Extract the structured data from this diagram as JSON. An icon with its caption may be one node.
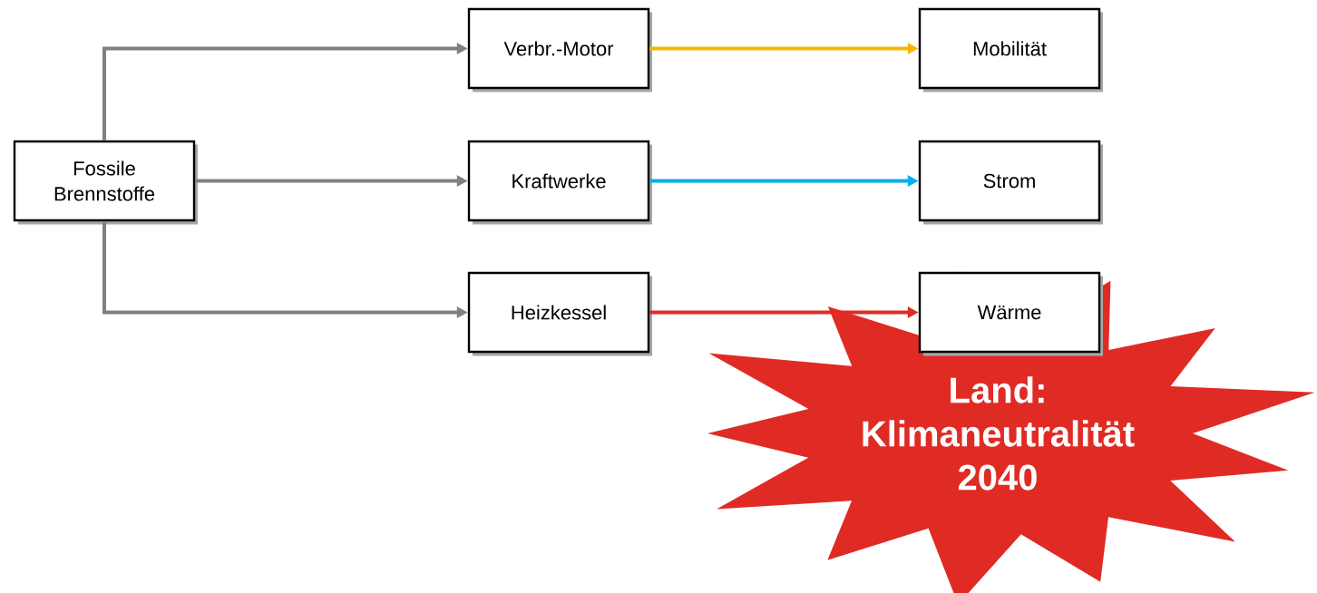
{
  "diagram": {
    "nodes": [
      {
        "text": [
          "Fossile Brennstoffe"
        ]
      },
      {
        "text": [
          "Verbr.-Motor"
        ]
      },
      {
        "text": [
          "Kraftwerke"
        ]
      },
      {
        "text": [
          "Heizkessel"
        ]
      },
      {
        "text": [
          "Mobilität"
        ]
      },
      {
        "text": [
          "Strom"
        ]
      },
      {
        "text": [
          "Wärme"
        ]
      },
      {
        "text": [
          "Land: Klimaneutralität 2040"
        ]
      }
    ],
    "edges": [
      {
        "from": 0,
        "to": 1,
        "arrow": "to",
        "color": "#808080"
      },
      {
        "from": 0,
        "to": 2,
        "arrow": "to",
        "color": "#808080"
      },
      {
        "from": 0,
        "to": 3,
        "arrow": "to",
        "color": "#808080"
      },
      {
        "from": 1,
        "to": 4,
        "arrow": "to",
        "color": "#f5b800"
      },
      {
        "from": 2,
        "to": 5,
        "arrow": "to",
        "color": "#00b0f0"
      },
      {
        "from": 3,
        "to": 6,
        "arrow": "to",
        "color": "#e02b25"
      }
    ]
  }
}
